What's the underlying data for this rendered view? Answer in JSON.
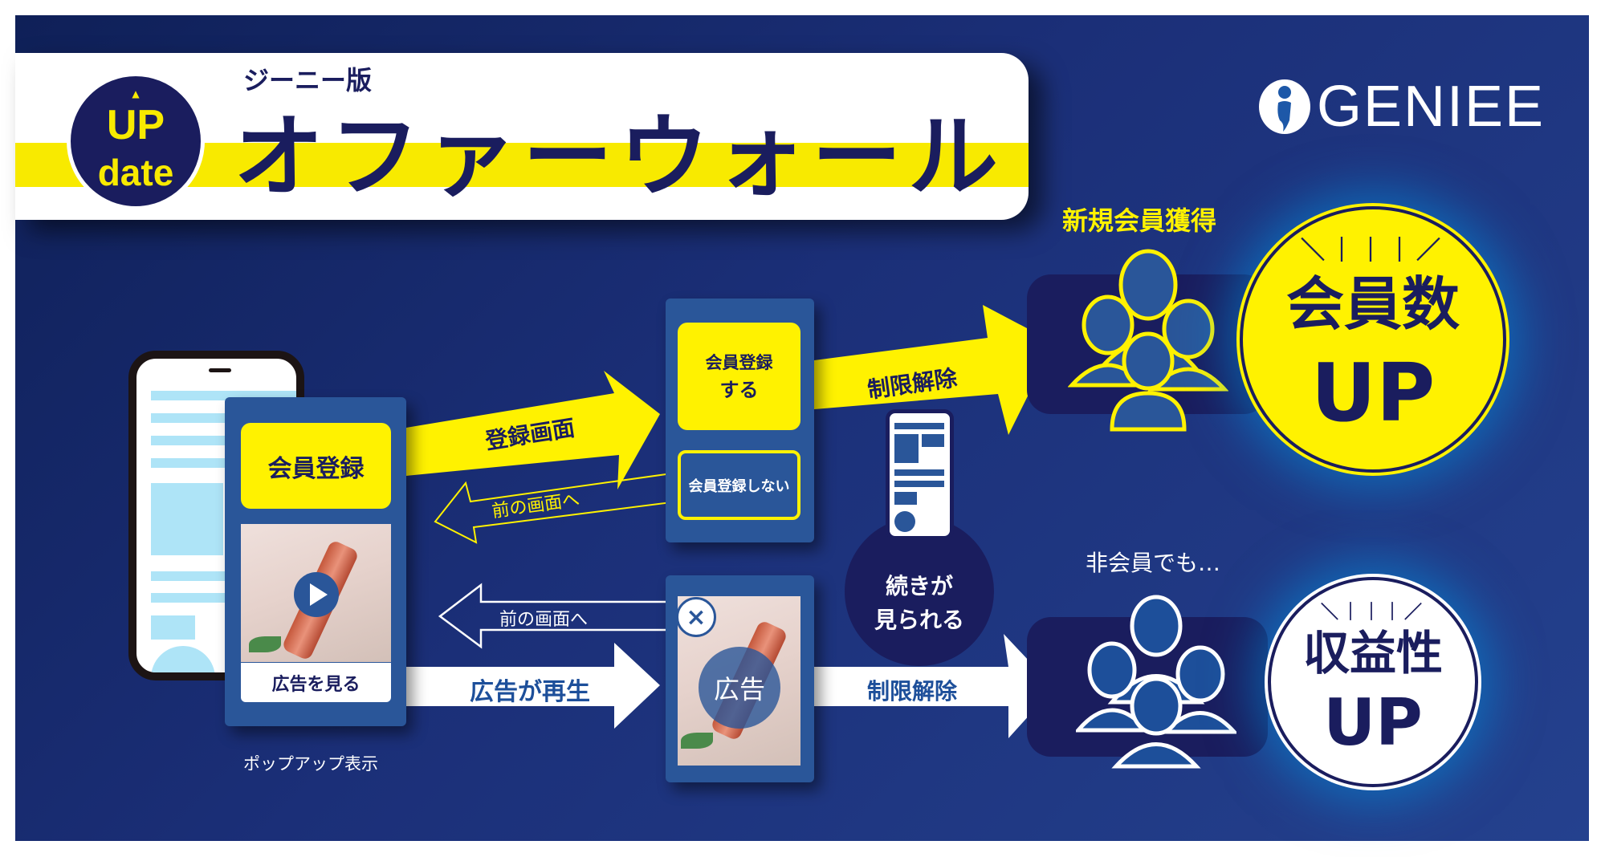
{
  "header": {
    "badge_up": "UP",
    "badge_date": "date",
    "subtitle": "ジーニー版",
    "title": "オファーウォール",
    "logo": "GENIEE"
  },
  "popup": {
    "register_button": "会員登録",
    "watch_ad_button": "広告を見る",
    "caption": "ポップアップ表示"
  },
  "arrows": {
    "to_register": "登録画面",
    "back_top": "前の画面へ",
    "back_bottom": "前の画面へ",
    "ad_plays": "広告が再生",
    "unlock_top": "制限解除",
    "unlock_bottom": "制限解除"
  },
  "register_screen": {
    "do_register": "会員登録する",
    "do_register_line1": "会員登録",
    "do_register_line2": "する",
    "no_register": "会員登録しない"
  },
  "ad_screen": {
    "ad_label": "広告",
    "close": "×"
  },
  "continue": {
    "line1": "続きが",
    "line2": "見られる"
  },
  "results": {
    "new_members_label": "新規会員獲得",
    "members_up_line1": "会員数",
    "members_up_line2": "UP",
    "non_members_label": "非会員でも…",
    "profit_up_line1": "収益性",
    "profit_up_line2": "UP"
  },
  "colors": {
    "navy": "#1a1d5e",
    "yellow": "#fff200",
    "blue": "#2a5699",
    "light_blue": "#aee4f7"
  }
}
